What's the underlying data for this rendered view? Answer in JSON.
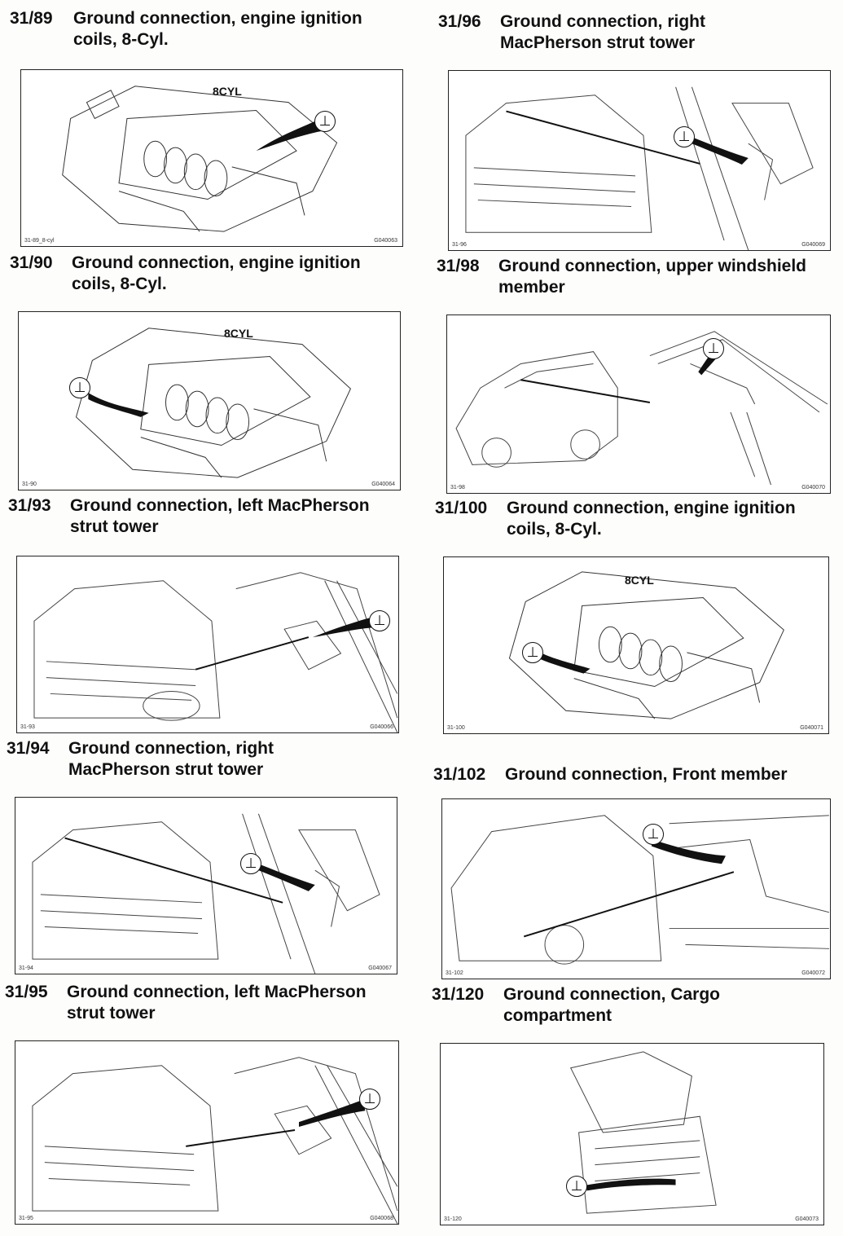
{
  "entries": [
    {
      "code": "31/89",
      "title_l1": "Ground connection, engine ignition",
      "title_l2": "coils, 8-Cyl.",
      "fig_id": "31-89_8-cyl",
      "fig_ref": "G040063",
      "label": "8CYL"
    },
    {
      "code": "31/90",
      "title_l1": "Ground connection, engine ignition",
      "title_l2": "coils, 8-Cyl.",
      "fig_id": "31-90",
      "fig_ref": "G040064",
      "label": "8CYL"
    },
    {
      "code": "31/93",
      "title_l1": "Ground connection, left MacPherson",
      "title_l2": "strut tower",
      "fig_id": "31-93",
      "fig_ref": "G040066"
    },
    {
      "code": "31/94",
      "title_l1": "Ground connection, right",
      "title_l2": "MacPherson strut tower",
      "fig_id": "31-94",
      "fig_ref": "G040067"
    },
    {
      "code": "31/95",
      "title_l1": "Ground connection, left MacPherson",
      "title_l2": "strut tower",
      "fig_id": "31-95",
      "fig_ref": "G040068"
    },
    {
      "code": "31/96",
      "title_l1": "Ground connection, right",
      "title_l2": "MacPherson strut tower",
      "fig_id": "31-96",
      "fig_ref": "G040069"
    },
    {
      "code": "31/98",
      "title_l1": "Ground connection, upper windshield",
      "title_l2": "member",
      "fig_id": "31-98",
      "fig_ref": "G040070"
    },
    {
      "code": "31/100",
      "title_l1": "Ground connection, engine ignition",
      "title_l2": "coils, 8-Cyl.",
      "fig_id": "31-100",
      "fig_ref": "G040071",
      "label": "8CYL"
    },
    {
      "code": "31/102",
      "title_l1": "Ground connection, Front member",
      "title_l2": "",
      "fig_id": "31-102",
      "fig_ref": "G040072"
    },
    {
      "code": "31/120",
      "title_l1": "Ground connection, Cargo",
      "title_l2": "compartment",
      "fig_id": "31-120",
      "fig_ref": "G040073"
    }
  ],
  "icons": {
    "ground": "ground-symbol-icon"
  },
  "symbol": "⊥"
}
